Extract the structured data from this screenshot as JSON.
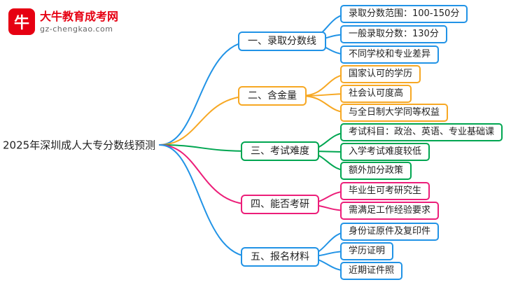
{
  "logo": {
    "icon_text": "牛",
    "title": "大牛教育成考网",
    "subtitle": "gz-chengkao.com"
  },
  "central": {
    "label": "2025年深圳成人大专分数线预测"
  },
  "colors": {
    "blue": "#2193e6",
    "orange": "#f7a823",
    "green": "#00a651",
    "pink": "#ec1e79",
    "logo_red": "#e60012"
  },
  "branches": [
    {
      "label": "一、录取分数线",
      "color": "#2193e6",
      "children": [
        "录取分数范围：100-150分",
        "一般录取分数：130分",
        "不同学校和专业差异"
      ]
    },
    {
      "label": "二、含金量",
      "color": "#f7a823",
      "children": [
        "国家认可的学历",
        "社会认可度高",
        "与全日制大学同等权益"
      ]
    },
    {
      "label": "三、考试难度",
      "color": "#00a651",
      "children": [
        "考试科目：政治、英语、专业基础课",
        "入学考试难度较低",
        "额外加分政策"
      ]
    },
    {
      "label": "四、能否考研",
      "color": "#ec1e79",
      "children": [
        "毕业生可考研究生",
        "需满足工作经验要求"
      ]
    },
    {
      "label": "五、报名材料",
      "color": "#2193e6",
      "children": [
        "身份证原件及复印件",
        "学历证明",
        "近期证件照"
      ]
    }
  ]
}
